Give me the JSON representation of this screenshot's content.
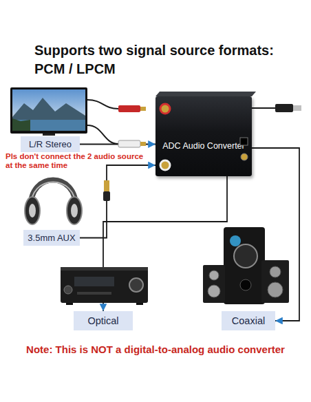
{
  "diagram": {
    "title": "Supports two signal source formats: PCM / LPCM",
    "caption": "Note: This is NOT a digital-to-analog audio converter",
    "nodes": [
      {
        "text": [
          "L/R Stereo"
        ]
      },
      {
        "text": [
          "ADC Audio Converter"
        ]
      },
      {
        "text": [
          "3.5mm AUX"
        ]
      },
      {
        "text": [
          "Optical"
        ]
      },
      {
        "text": [
          "Coaxial"
        ]
      }
    ],
    "edges": [
      {
        "from": 0,
        "to": 1,
        "arrow": "to"
      },
      {
        "from": 2,
        "to": 1,
        "arrow": "to"
      },
      {
        "from": 1,
        "to": 3,
        "arrow": "to"
      },
      {
        "from": 1,
        "to": 4,
        "arrow": "to"
      }
    ],
    "labels": [
      "Pls don't connect the 2 audio source at the same time"
    ]
  }
}
